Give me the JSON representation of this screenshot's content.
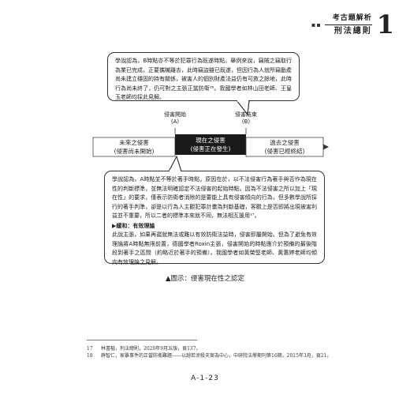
{
  "header": {
    "dots": "▪▪",
    "series_title": "考古題解析",
    "book_title": "刑法總則",
    "chapter_number": "1"
  },
  "callout_top": {
    "text": "學說認為，B時點亦不等於犯罪行為既遂時點。舉例來說，竊賊之竊取行為業已完成，正要攜贓離去，此時竊盜雖已既遂，但因行為人就所竊動產尚未建立穩固的持有關係，被害人的個別財產法益仍有可救之餘地，此時行為尚未終了，仍可對之主張正當防衛¹⁶。我國學者如林山田老師、王皇玉老師均採此見解。"
  },
  "timeline": {
    "start_label": "侵害開始",
    "start_marker": "(A)",
    "end_label": "侵害結束",
    "end_marker": "(B)",
    "left_box": [
      "未來之侵害",
      "(侵害尚未開始)"
    ],
    "center_box": [
      "現在之侵害",
      "(侵害正在發生)"
    ],
    "right_box": [
      "過去之侵害",
      "(侵害已經終結)"
    ]
  },
  "callout_bottom": {
    "text1": "學說認為，A時點並不等於著手時點，原因在於，以不法侵害行為著手與否作為現在性的判斷標準，並無法明確認定不法侵害的起始時點。因為不法侵害之所以加上「現在性」的要求，僅表示防衛者消除的是要能上具有侵害傾向的行為，但多數學說所採行的著手判準，卻是以行為人主觀犯罪計畫為判斷基礎，客觀上是否即將出現被害利益並不重要，所以二者的標準本來就不同，無法相互援用¹⁷。",
    "subheading": "▶緩和：有效理論",
    "text2": "此說主張，如果再遲就無法或難以有效防衛法益時，侵害即屬開始。但為了避免有效理論將A時點無限前置，德國學者Roxin主張，侵害開始的時點應介於預備的最後階段到著手之區間（約略近於著手的預備）。我國學者如黃榮堅老師、黃惠婷老師均傾向有效理論之見解。"
  },
  "caption": "▲圖示：侵害現在性之認定",
  "footnotes": [
    {
      "num": "17",
      "text": "林書楷，刑法總則，2020年9月五版，頁137。"
    },
    {
      "num": "18",
      "text": "薛智仁，家暴事件的正當防衛難題——以趙若涂殺夫案為中心，中研院法學期刊第16期，2015年3月，頁21。"
    }
  ],
  "page_number": "A-1-23"
}
